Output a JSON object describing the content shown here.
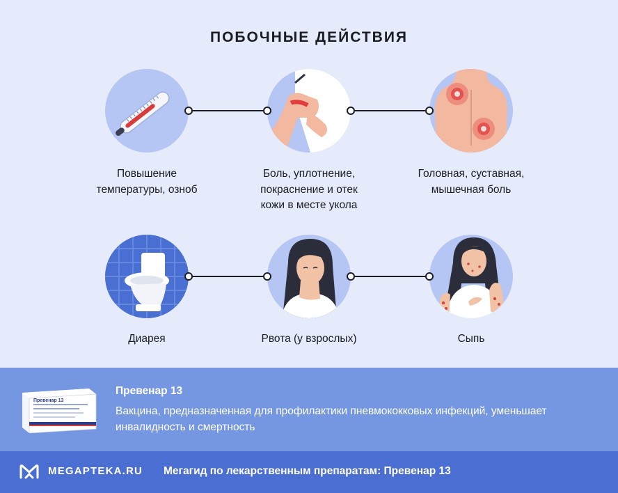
{
  "header": {
    "title": "ПОБОЧНЫЕ ДЕЙСТВИЯ"
  },
  "effects": [
    {
      "label": "Повышение\nтемпературы, озноб",
      "icon": "thermometer-icon"
    },
    {
      "label": "Боль, уплотнение,\nпокраснение и отек\nкожи в месте укола",
      "icon": "injection-site-icon"
    },
    {
      "label": "Головная, суставная,\nмышечная боль",
      "icon": "back-pain-icon"
    },
    {
      "label": "Диарея",
      "icon": "toilet-icon"
    },
    {
      "label": "Рвота (у взрослых)",
      "icon": "nausea-woman-icon"
    },
    {
      "label": "Сыпь",
      "icon": "rash-woman-icon"
    }
  ],
  "product": {
    "name": "Превенар 13",
    "description": "Вакцина, предназначенная для профилактики пневмококковых инфекций, уменьшает инвалидность и смертность",
    "package_text": "Превенар 13"
  },
  "footer": {
    "brand": "MEGAPTEKA.RU",
    "guide": "Мегагид по лекарственным препаратам: Превенар 13"
  },
  "colors": {
    "background": "#e5ebfb",
    "circle": "#b6c6f4",
    "band": "#7597e2",
    "footer": "#4b6ed2",
    "accent_red": "#e23b3b"
  }
}
